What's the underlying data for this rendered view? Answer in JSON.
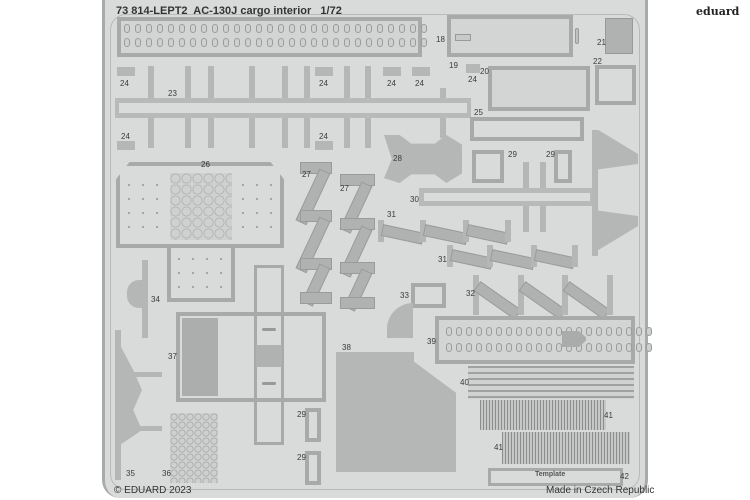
{
  "sheet": {
    "part_number": "73 814-LEPT2",
    "title": "AC-130J cargo interior",
    "scale": "1/72",
    "brand": "eduard",
    "copyright": "© EDUARD 2023",
    "origin": "Made in Czech Republic",
    "template_label": "Template"
  },
  "part_labels": {
    "p18": "18",
    "p19": "19",
    "p20": "20",
    "p21": "21",
    "p22": "22",
    "p23": "23",
    "p24": "24",
    "p25": "25",
    "p26": "26",
    "p27": "27",
    "p28": "28",
    "p29": "29",
    "p30": "30",
    "p31": "31",
    "p32": "32",
    "p33": "33",
    "p34": "34",
    "p35": "35",
    "p36": "36",
    "p37": "37",
    "p38": "38",
    "p39": "39",
    "p40": "40",
    "p41": "41",
    "p42": "42"
  },
  "colors": {
    "fret_background": "#d9dbdb",
    "part_fill": "#b5b7b7",
    "part_outline": "#a8aaaa",
    "page_background": "#ffffff"
  }
}
